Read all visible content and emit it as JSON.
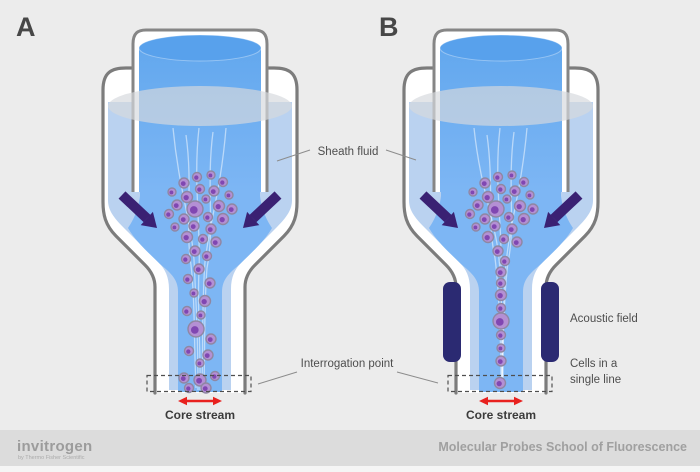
{
  "panels": {
    "a_label": "A",
    "b_label": "B"
  },
  "annotations": {
    "sheath_fluid": "Sheath fluid",
    "interrogation_point": "Interrogation point",
    "acoustic_field": "Acoustic field",
    "cells_single_line_1": "Cells in a",
    "cells_single_line_2": "single line",
    "core_stream_a": "Core stream",
    "core_stream_b": "Core stream"
  },
  "footer": {
    "logo": "invitrogen",
    "logo_sub": "by Thermo Fisher Scientific",
    "right_text": "Molecular Probes School of Fluorescence"
  },
  "diagram": {
    "colors": {
      "background": "#ececec",
      "footer_bar": "#dcdcdc",
      "vessel_outline": "#7c7c7c",
      "sheath_fluid_blue": "#b6d0ef",
      "core_blue": "#7db6f4",
      "tube_fluid_top": "#63a8ee",
      "meniscus_blue": "#58a1ec",
      "surface_gray": "#d5d9dd",
      "arrow_purple": "#3a2173",
      "transducer_navy": "#2b2a72",
      "cell_fill": "#b490d4",
      "cell_stroke": "#8f87a3",
      "cell_nucleus": "#7a3fae",
      "red_arrow": "#e8211f"
    },
    "cells": {
      "a_scattered": [
        [
          197,
          177,
          4.5
        ],
        [
          211,
          175,
          4
        ],
        [
          184,
          183,
          5
        ],
        [
          223,
          182,
          4.5
        ],
        [
          172,
          192,
          4
        ],
        [
          200,
          189,
          4.5
        ],
        [
          214,
          191,
          5
        ],
        [
          187,
          197,
          5.5
        ],
        [
          229,
          195,
          4
        ],
        [
          177,
          205,
          5
        ],
        [
          206,
          199,
          4
        ],
        [
          195,
          209,
          8
        ],
        [
          219,
          206,
          5.5
        ],
        [
          232,
          209,
          5
        ],
        [
          169,
          214,
          4.5
        ],
        [
          184,
          219,
          5
        ],
        [
          208,
          217,
          4.5
        ],
        [
          223,
          219,
          5.5
        ],
        [
          175,
          227,
          4
        ],
        [
          194,
          226,
          5
        ],
        [
          211,
          229,
          5
        ],
        [
          187,
          237,
          5.5
        ],
        [
          203,
          239,
          4.5
        ],
        [
          216,
          242,
          5
        ],
        [
          195,
          251,
          5
        ],
        [
          207,
          256,
          4.5
        ],
        [
          186,
          259,
          4.5
        ],
        [
          199,
          269,
          5
        ],
        [
          188,
          279,
          4.5
        ],
        [
          210,
          283,
          5
        ],
        [
          194,
          293,
          4
        ],
        [
          205,
          301,
          5.5
        ],
        [
          187,
          311,
          4.5
        ],
        [
          201,
          315,
          4
        ],
        [
          196,
          329,
          8
        ],
        [
          211,
          339,
          5
        ],
        [
          189,
          351,
          4.5
        ],
        [
          208,
          355,
          5
        ],
        [
          200,
          363,
          4
        ],
        [
          184,
          378,
          5
        ],
        [
          200,
          380,
          6
        ],
        [
          215,
          376,
          4.5
        ],
        [
          189,
          388,
          4.5
        ],
        [
          206,
          388,
          5
        ]
      ],
      "b_scattered": [
        [
          498,
          177,
          4.5
        ],
        [
          512,
          175,
          4
        ],
        [
          485,
          183,
          5
        ],
        [
          524,
          182,
          4.5
        ],
        [
          473,
          192,
          4
        ],
        [
          501,
          189,
          4.5
        ],
        [
          515,
          191,
          5
        ],
        [
          488,
          197,
          5.5
        ],
        [
          530,
          195,
          4
        ],
        [
          478,
          205,
          5
        ],
        [
          507,
          199,
          4
        ],
        [
          496,
          209,
          8
        ],
        [
          520,
          206,
          5.5
        ],
        [
          533,
          209,
          5
        ],
        [
          470,
          214,
          4.5
        ],
        [
          485,
          219,
          5
        ],
        [
          509,
          217,
          4.5
        ],
        [
          524,
          219,
          5.5
        ],
        [
          476,
          227,
          4
        ],
        [
          495,
          226,
          5
        ],
        [
          512,
          229,
          5
        ],
        [
          488,
          237,
          5.5
        ],
        [
          504,
          239,
          4.5
        ],
        [
          517,
          242,
          5
        ]
      ],
      "b_single_file": [
        [
          498,
          251,
          5
        ],
        [
          505,
          261,
          4.5
        ],
        [
          501,
          272,
          5
        ],
        [
          501,
          283,
          4.5
        ],
        [
          501,
          295,
          5.5
        ],
        [
          501,
          308,
          4.5
        ],
        [
          501,
          321,
          8
        ],
        [
          501,
          335,
          4.5
        ],
        [
          501,
          348,
          4
        ],
        [
          501,
          361,
          5
        ],
        [
          500,
          383,
          5.5
        ]
      ]
    }
  }
}
